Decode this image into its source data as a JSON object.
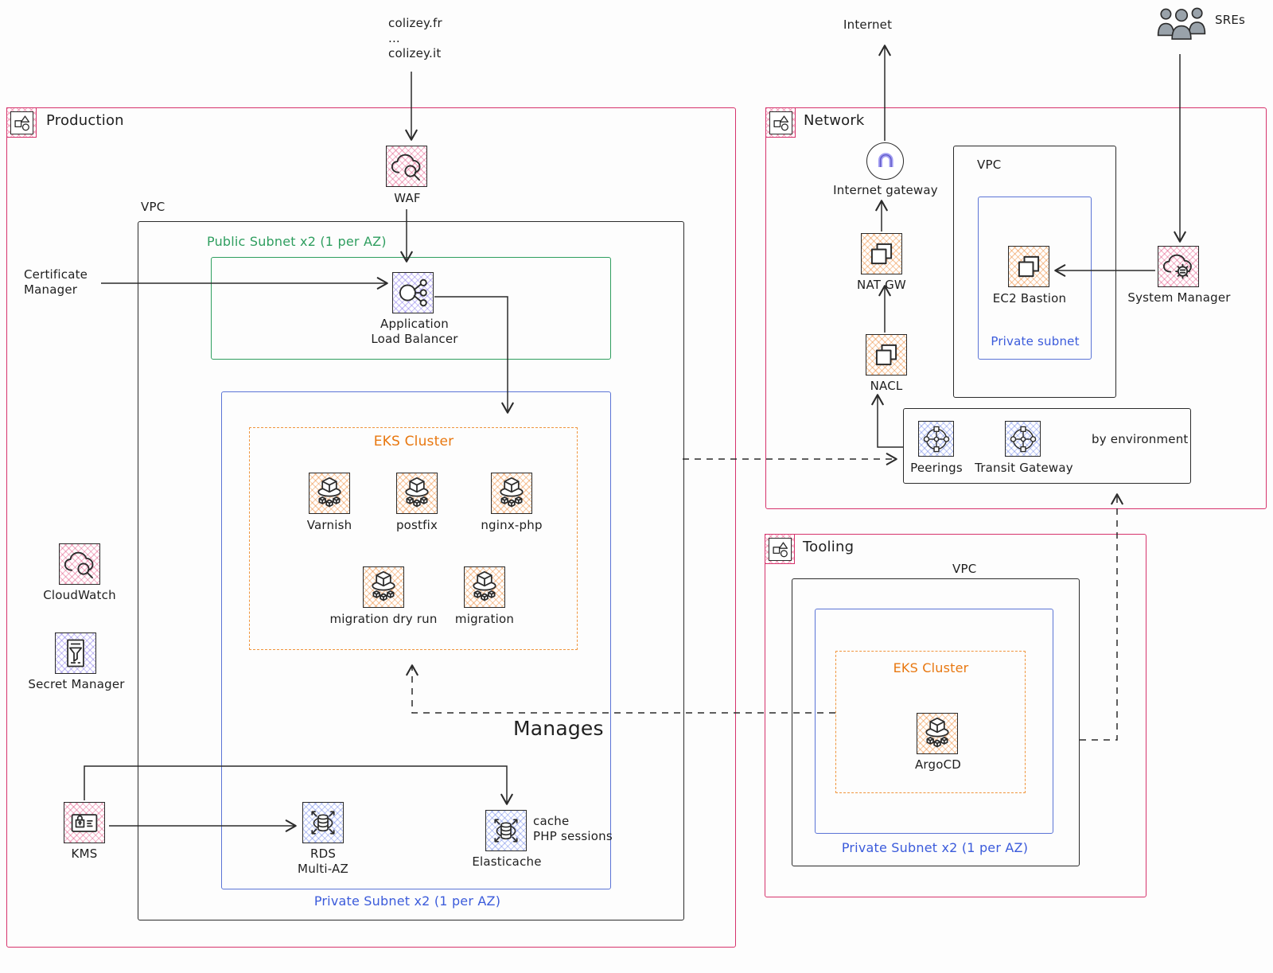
{
  "colors": {
    "section_border": "#d6336c",
    "subnet_public": "#2f9e5f",
    "subnet_private": "#3b5bdb",
    "eks": "#e8770f",
    "ink": "#2b2b2b"
  },
  "external": {
    "domains": [
      "colizey.fr",
      "...",
      "colizey.it"
    ],
    "internet_label": "Internet",
    "sres_label": "SREs"
  },
  "annotations": {
    "manages": "Manages"
  },
  "production": {
    "title": "Production",
    "vpc_label": "VPC",
    "public_subnet_label": "Public Subnet x2 (1 per AZ)",
    "private_subnet_label": "Private Subnet x2 (1 per AZ)",
    "waf": {
      "label": "WAF"
    },
    "certificate_manager": {
      "line1": "Certificate",
      "line2": "Manager"
    },
    "alb": {
      "line1": "Application",
      "line2": "Load Balancer"
    },
    "eks": {
      "label": "EKS Cluster",
      "pods": [
        {
          "label": "Varnish"
        },
        {
          "label": "postfix"
        },
        {
          "label": "nginx-php"
        },
        {
          "label": "migration dry run"
        },
        {
          "label": "migration"
        }
      ]
    },
    "cloudwatch": {
      "label": "CloudWatch"
    },
    "secret_manager": {
      "label": "Secret Manager"
    },
    "kms": {
      "label": "KMS"
    },
    "rds": {
      "line1": "RDS",
      "line2": "Multi-AZ"
    },
    "elasticache": {
      "label": "Elasticache",
      "note_line1": "cache",
      "note_line2": "PHP sessions"
    }
  },
  "network": {
    "title": "Network",
    "vpc_label": "VPC",
    "private_subnet_label": "Private subnet",
    "internet_gateway": {
      "label": "Internet gateway"
    },
    "nat_gw": {
      "label": "NAT GW"
    },
    "nacl": {
      "label": "NACL"
    },
    "ec2_bastion": {
      "label": "EC2 Bastion"
    },
    "system_manager": {
      "label": "System Manager"
    },
    "by_environment": {
      "label": "by environment",
      "peerings": "Peerings",
      "transit_gateway": "Transit Gateway"
    }
  },
  "tooling": {
    "title": "Tooling",
    "vpc_label": "VPC",
    "private_subnet_label": "Private Subnet x2 (1 per AZ)",
    "eks_label": "EKS Cluster",
    "argocd": {
      "label": "ArgoCD"
    }
  }
}
